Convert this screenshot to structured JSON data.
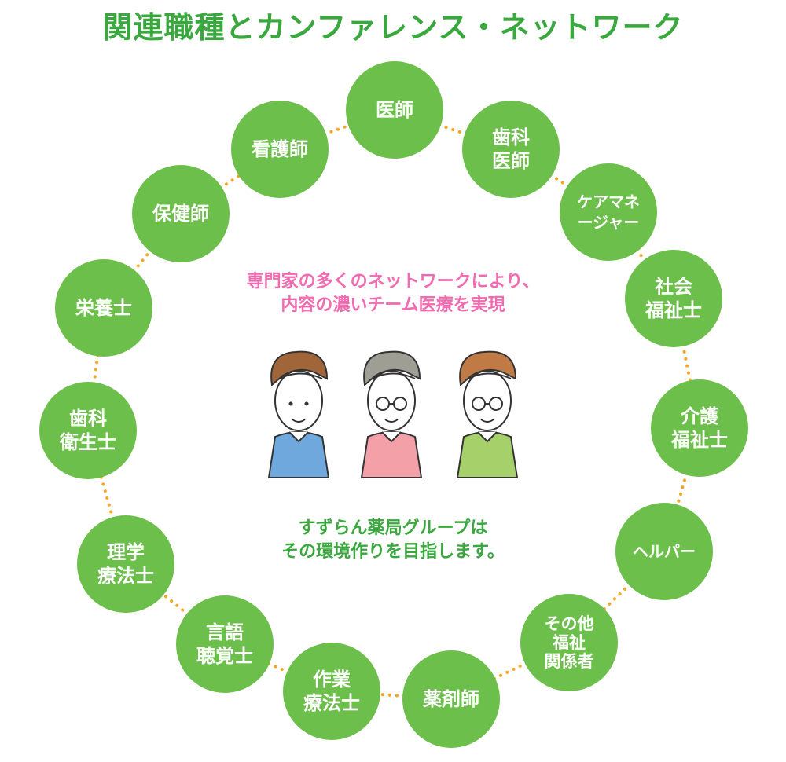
{
  "title": "関連職種とカンファレンス・ネットワーク",
  "colors": {
    "title": "#3aa83f",
    "circle": "#6dbf4b",
    "dots": "#f5a623",
    "pink_text": "#f06bb0",
    "green_text": "#3aa83f"
  },
  "nodes": [
    {
      "lines": [
        "医師"
      ]
    },
    {
      "lines": [
        "歯科",
        "医師"
      ]
    },
    {
      "lines": [
        "ケアマネ",
        "ージャー"
      ]
    },
    {
      "lines": [
        "社会",
        "福祉士"
      ]
    },
    {
      "lines": [
        "介護",
        "福祉士"
      ]
    },
    {
      "lines": [
        "ヘルパー"
      ]
    },
    {
      "lines": [
        "その他",
        "福祉",
        "関係者"
      ]
    },
    {
      "lines": [
        "薬剤師"
      ]
    },
    {
      "lines": [
        "作業",
        "療法士"
      ]
    },
    {
      "lines": [
        "言語",
        "聴覚士"
      ]
    },
    {
      "lines": [
        "理学",
        "療法士"
      ]
    },
    {
      "lines": [
        "歯科",
        "衛生士"
      ]
    },
    {
      "lines": [
        "栄養士"
      ]
    },
    {
      "lines": [
        "保健師"
      ]
    },
    {
      "lines": [
        "看護師"
      ]
    }
  ],
  "message_top": {
    "line1": "専門家の多くのネットワークにより、",
    "line2": "内容の濃いチーム医療を実現"
  },
  "message_bottom": {
    "line1": "すずらん薬局グループは",
    "line2": "その環境作りを目指します。"
  },
  "illustration": {
    "people": [
      {
        "hair": "#a0663a",
        "shirt": "#6fa8dc",
        "glasses": false
      },
      {
        "hair": "#9e9e94",
        "shirt": "#f4a0a8",
        "glasses": true
      },
      {
        "hair": "#c07a45",
        "shirt": "#a6d06a",
        "glasses": true
      }
    ]
  }
}
